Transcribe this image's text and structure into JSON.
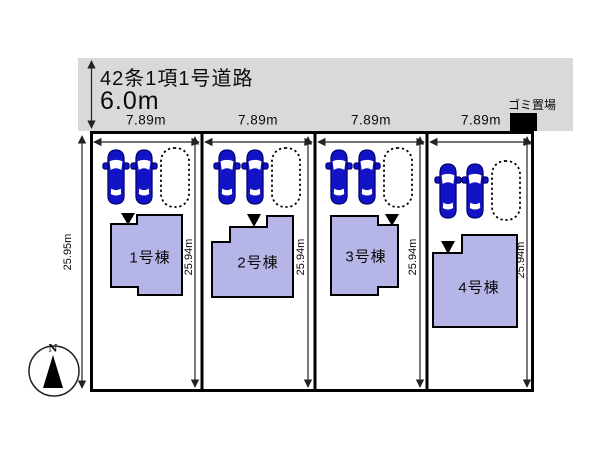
{
  "road": {
    "name": "42条1項1号道路",
    "width_label": "6.0m"
  },
  "garbage_label": "ゴミ置場",
  "site": {
    "height_label": "25.95m"
  },
  "lots": [
    {
      "width_label": "7.89m",
      "depth_label": "25.94m",
      "building_label": "1号棟",
      "cars": 2,
      "open_space": 1
    },
    {
      "width_label": "7.89m",
      "depth_label": "25.94m",
      "building_label": "2号棟",
      "cars": 2,
      "open_space": 1
    },
    {
      "width_label": "7.89m",
      "depth_label": "25.94m",
      "building_label": "3号棟",
      "cars": 2,
      "open_space": 1
    },
    {
      "width_label": "7.89m",
      "depth_label": "25.94m",
      "building_label": "4号棟",
      "cars": 2,
      "open_space": 1
    }
  ],
  "compass": {
    "north_label": "N"
  },
  "colors": {
    "road_band": "#d9d9d9",
    "building_fill": "#b5b5e8",
    "car_body": "#1313c6",
    "car_outline": "#000070",
    "line": "#000000"
  }
}
